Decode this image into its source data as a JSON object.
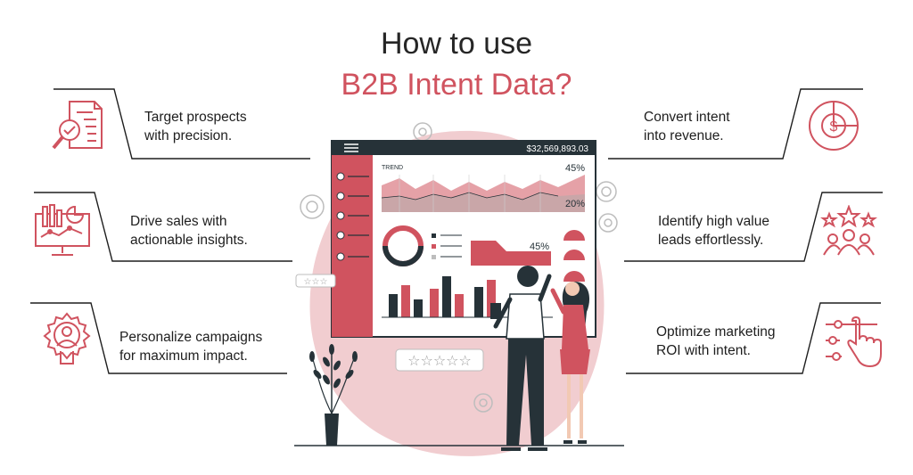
{
  "title": {
    "line1": "How to use",
    "line2": "B2B Intent Data?"
  },
  "benefits": [
    {
      "line1": "Target prospects",
      "line2": "with precision.",
      "icon": "document-magnifier-icon"
    },
    {
      "line1": "Drive sales with",
      "line2": "actionable insights.",
      "icon": "analytics-monitor-icon"
    },
    {
      "line1": "Personalize campaigns",
      "line2": "for maximum impact.",
      "icon": "user-gear-target-icon"
    },
    {
      "line1": "Convert intent",
      "line2": "into revenue.",
      "icon": "dollar-pie-chart-icon"
    },
    {
      "line1": "Identify high value",
      "line2": "leads effortlessly.",
      "icon": "star-team-icon"
    },
    {
      "line1": "Optimize marketing",
      "line2": "ROI with intent.",
      "icon": "hand-sliders-icon"
    }
  ],
  "dashboard": {
    "amount": "$32,569,893.03",
    "trend_label": "TREND",
    "trend_percent_top": "45%",
    "trend_percent_bottom": "20%",
    "area_percent": "45%"
  },
  "colors": {
    "accent": "#d0535f",
    "dark": "#263238",
    "blob": "#f1cdd0"
  }
}
